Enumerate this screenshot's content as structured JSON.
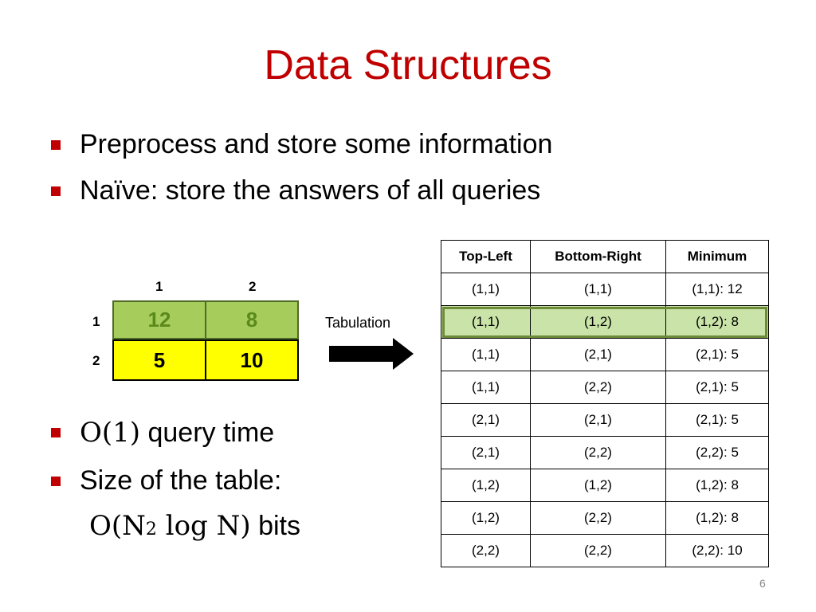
{
  "slide": {
    "title": "Data Structures",
    "bullets_top": [
      "Preprocess and store some information",
      "Naïve: store the answers of all queries"
    ],
    "bullets_bottom": {
      "query_time_math": "O(1)",
      "query_time_text": " query time",
      "size_text": "Size of the table:",
      "formula_math_1": "O(N",
      "formula_exp": "2",
      "formula_math_2": " log N)",
      "formula_text": " bits"
    },
    "page_number": "6"
  },
  "grid": {
    "col_headers": [
      "1",
      "2"
    ],
    "row_headers": [
      "1",
      "2"
    ],
    "cells": [
      [
        "12",
        "8"
      ],
      [
        "5",
        "10"
      ]
    ]
  },
  "tabulation_label": "Tabulation",
  "table": {
    "headers": [
      "Top-Left",
      "Bottom-Right",
      "Minimum"
    ],
    "rows": [
      [
        "(1,1)",
        "(1,1)",
        "(1,1): 12"
      ],
      [
        "(1,1)",
        "(1,2)",
        "(1,2): 8"
      ],
      [
        "(1,1)",
        "(2,1)",
        "(2,1): 5"
      ],
      [
        "(1,1)",
        "(2,2)",
        "(2,1): 5"
      ],
      [
        "(2,1)",
        "(2,1)",
        "(2,1): 5"
      ],
      [
        "(2,1)",
        "(2,2)",
        "(2,2): 5"
      ],
      [
        "(1,2)",
        "(1,2)",
        "(1,2): 8"
      ],
      [
        "(1,2)",
        "(2,2)",
        "(1,2): 8"
      ],
      [
        "(2,2)",
        "(2,2)",
        "(2,2): 10"
      ]
    ],
    "highlighted_row_index": 1
  },
  "colors": {
    "title": "#c00000",
    "bullet": "#c00000",
    "highlight_green": "#a6cc5c",
    "highlight_yellow": "#ffff00"
  }
}
